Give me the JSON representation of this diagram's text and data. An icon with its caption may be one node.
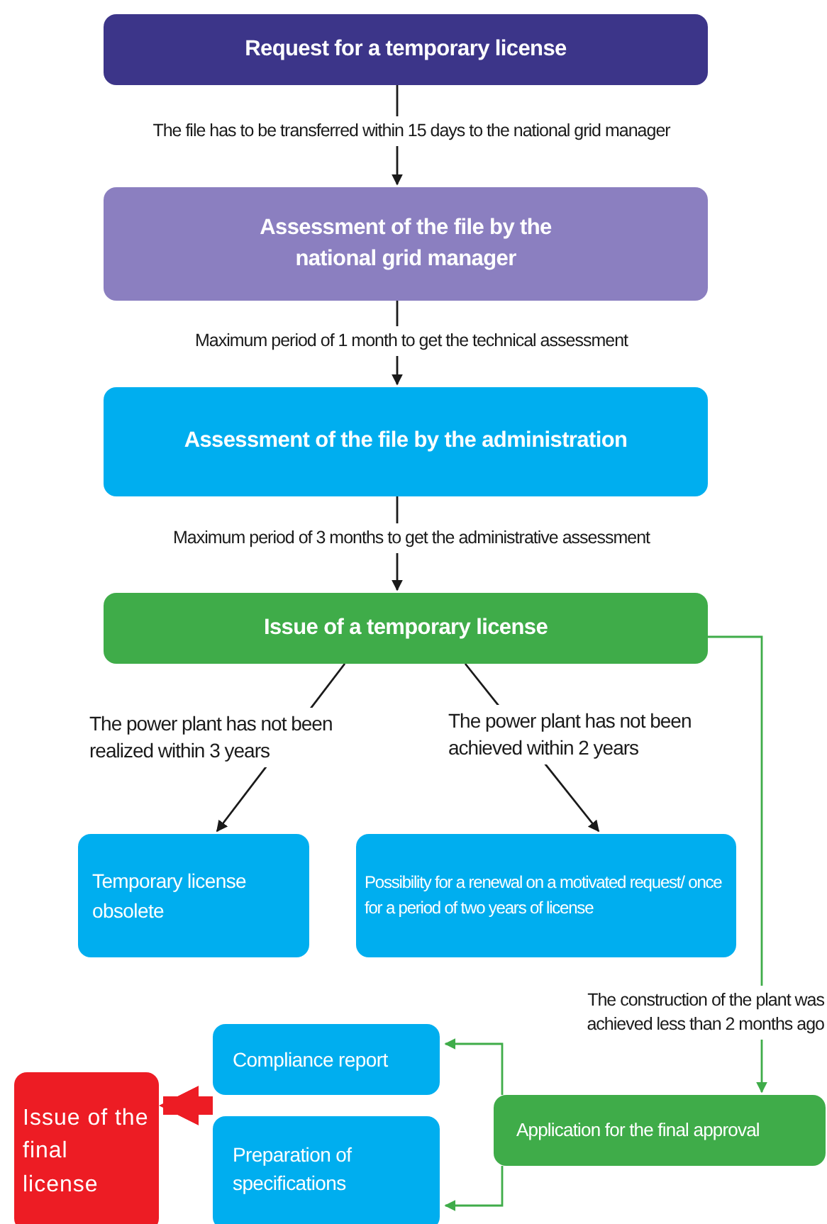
{
  "diagram": {
    "nodes": [
      {
        "text": [
          "Request for a temporary license"
        ]
      },
      {
        "text": [
          "Assessment of the file by the national grid manager"
        ]
      },
      {
        "text": [
          "Assessment of the file by the administration"
        ]
      },
      {
        "text": [
          "Issue of a temporary license"
        ]
      },
      {
        "text": [
          "Temporary license obsolete"
        ]
      },
      {
        "text": [
          "Possibility for a renewal on a motivated request/ once for a period of two years of license"
        ]
      },
      {
        "text": [
          "Compliance report"
        ]
      },
      {
        "text": [
          "Preparation of specifications"
        ]
      },
      {
        "text": [
          "Application for the final approval"
        ]
      },
      {
        "text": [
          "Issue of the final license"
        ]
      }
    ],
    "edges": [
      {
        "from": 0,
        "to": 1,
        "arrow": "to",
        "label": "The file has to be transferred within 15 days to the national grid manager"
      },
      {
        "from": 1,
        "to": 2,
        "arrow": "to",
        "label": "Maximum period of 1 month to get the technical assessment"
      },
      {
        "from": 2,
        "to": 3,
        "arrow": "to",
        "label": "Maximum period of 3 months to get the administrative assessment"
      },
      {
        "from": 3,
        "to": 4,
        "arrow": "to",
        "label": "The power plant has not been realized within 3 years"
      },
      {
        "from": 3,
        "to": 5,
        "arrow": "to",
        "label": "The power plant has not been achieved within 2 years"
      },
      {
        "from": 3,
        "to": 8,
        "arrow": "to",
        "label": "The construction of the plant was achieved less than 2 months ago",
        "color": "#3fac49"
      },
      {
        "from": 8,
        "to": 6,
        "arrow": "to",
        "color": "#3fac49"
      },
      {
        "from": 8,
        "to": 7,
        "arrow": "to",
        "color": "#3fac49"
      },
      {
        "from": 6,
        "to": 9,
        "arrow": "to",
        "style": "thick",
        "color": "#ed1c24"
      },
      {
        "from": 7,
        "to": 9,
        "arrow": "to",
        "style": "thick",
        "color": "#ed1c24"
      }
    ]
  }
}
